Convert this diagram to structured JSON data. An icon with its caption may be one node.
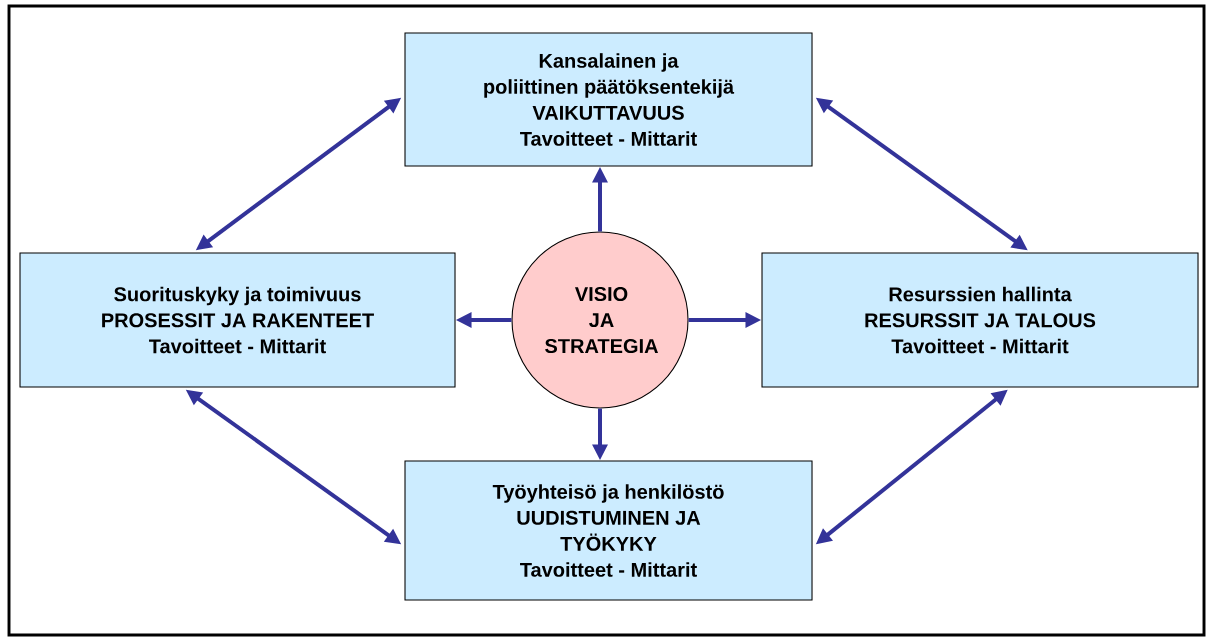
{
  "diagram": {
    "nodes": [
      {
        "text": [
          "Kansalainen ja poliittinen päätöksentekijä",
          "VAIKUTTAVUUS",
          "Tavoitteet - Mittarit"
        ]
      },
      {
        "text": [
          "Suorituskyky ja toimivuus",
          "PROSESSIT JA RAKENTEET",
          "Tavoitteet - Mittarit"
        ]
      },
      {
        "text": [
          "VISIO JA STRATEGIA"
        ]
      },
      {
        "text": [
          "Resurssien hallinta",
          "RESURSSIT JA TALOUS",
          "Tavoitteet - Mittarit"
        ]
      },
      {
        "text": [
          "Työyhteisö ja henkilöstö",
          "UUDISTUMINEN JA TYÖKYKY",
          "Tavoitteet - Mittarit"
        ]
      }
    ],
    "edges": [
      {
        "from": 2,
        "to": 0,
        "arrow": "to"
      },
      {
        "from": 2,
        "to": 1,
        "arrow": "to"
      },
      {
        "from": 2,
        "to": 3,
        "arrow": "to"
      },
      {
        "from": 2,
        "to": 4,
        "arrow": "to"
      },
      {
        "from": 0,
        "to": 1,
        "arrow": "both"
      },
      {
        "from": 0,
        "to": 3,
        "arrow": "both"
      },
      {
        "from": 1,
        "to": 4,
        "arrow": "both"
      },
      {
        "from": 3,
        "to": 4,
        "arrow": "both"
      }
    ]
  }
}
